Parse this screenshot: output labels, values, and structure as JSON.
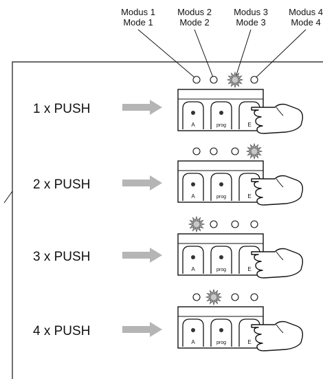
{
  "header": {
    "modes": [
      {
        "de": "Modus 1",
        "en": "Mode 1"
      },
      {
        "de": "Modus 2",
        "en": "Mode 2"
      },
      {
        "de": "Modus 3",
        "en": "Mode 3"
      },
      {
        "de": "Modus 4",
        "en": "Mode 4"
      }
    ]
  },
  "steps": [
    {
      "push_label": "1 x PUSH",
      "active_mode": 3
    },
    {
      "push_label": "2 x PUSH",
      "active_mode": 4
    },
    {
      "push_label": "3 x PUSH",
      "active_mode": 1
    },
    {
      "push_label": "4 x PUSH",
      "active_mode": 2
    }
  ],
  "device": {
    "buttons": [
      "A",
      "prog",
      "E"
    ]
  },
  "colors": {
    "arrow": "#b5b5b5",
    "led_active": "#a8a8a8",
    "line": "#111111"
  }
}
